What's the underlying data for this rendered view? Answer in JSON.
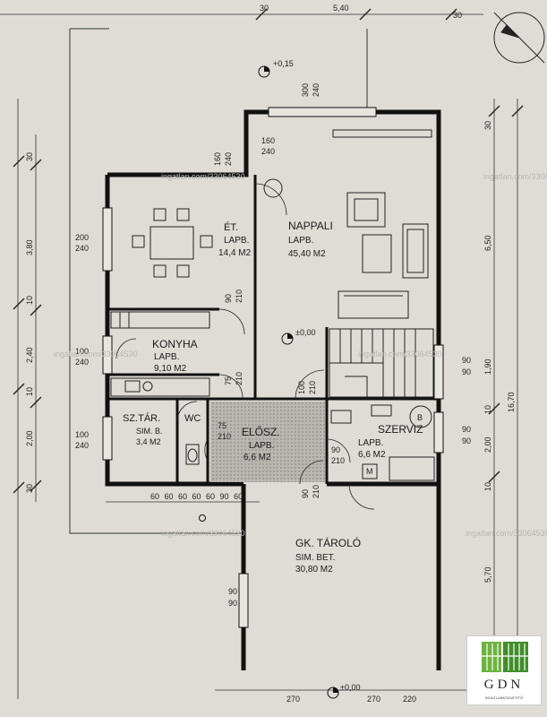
{
  "rooms": [
    {
      "id": "etkezo",
      "name": "ÉT.",
      "floor": "LAPB.",
      "area": "14,4 M2"
    },
    {
      "id": "nappali",
      "name": "NAPPALI",
      "floor": "LAPB.",
      "area": "45,40 M2"
    },
    {
      "id": "konyha",
      "name": "KONYHA",
      "floor": "LAPB.",
      "area": "9,10 M2"
    },
    {
      "id": "sztar",
      "name": "SZ.TÁR.",
      "floor": "SIM. B.",
      "area": "3,4 M2"
    },
    {
      "id": "wc",
      "name": "WC",
      "floor": "",
      "area": ""
    },
    {
      "id": "elosz",
      "name": "ELŐSZ.",
      "floor": "LAPB.",
      "area": "6,6 M2"
    },
    {
      "id": "szerviz",
      "name": "SZERVIZ",
      "floor": "LAPB.",
      "area": "6,6 M2"
    },
    {
      "id": "garage",
      "name": "GK. TÁROLÓ",
      "floor": "SIM. BET.",
      "area": "30,80 M2"
    }
  ],
  "levels": {
    "top": "+0,15",
    "main": "±0,00",
    "bottom": "±0,00"
  },
  "dims": {
    "top_total": "5,40",
    "top_a": "30",
    "top_b": "30",
    "right_a": "30",
    "right_b": "6,50",
    "right_c": "1,90",
    "right_d": "10",
    "right_e": "2,00",
    "right_f": "10",
    "right_g": "5,70",
    "right_h": "16,70",
    "left_a": "30",
    "left_b": "3,80",
    "left_c": "10",
    "left_d": "2,40",
    "left_e": "10",
    "left_f": "2,00",
    "left_g": "30",
    "bottom_a": "270",
    "bottom_b": "270",
    "bottom_c": "220",
    "bottom_cols": "60 60 60 60 60 90 60",
    "win_300": "300",
    "win_240": "240",
    "win_160": "160",
    "win_240b": "240",
    "win_160b": "160",
    "win_240c": "240",
    "win_200": "200",
    "win_240d": "240",
    "win_100": "100",
    "win_240e": "240",
    "win_100b": "100",
    "win_240f": "240",
    "door_90": "90",
    "door_210": "210",
    "door_75": "75",
    "door_210b": "210",
    "door_100": "100",
    "door_210c": "210",
    "door_75b": "75",
    "door_210d": "210",
    "door_90b": "90",
    "door_210e": "210",
    "door_90c": "90",
    "door_210f": "210",
    "win_90a": "90",
    "win_90b": "90",
    "win_90c": "90",
    "win_90d": "90",
    "gar_90a": "90",
    "gar_90b": "90",
    "btub": "B",
    "mbox": "M"
  },
  "watermarks": [
    "ingatlan.com/33064530",
    "ingatlan.com/33064530",
    "ingatlan.com/33064530",
    "ingatlan.com/33064530",
    "ingatlan.com/33064530",
    "ingatlan.com/33064530"
  ],
  "logo": {
    "name": "GDN",
    "tagline": "INGATLANKÖZVETÍTŐ"
  }
}
